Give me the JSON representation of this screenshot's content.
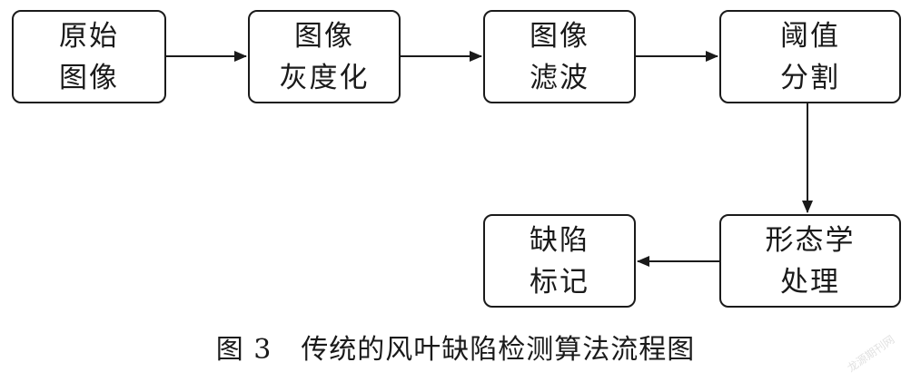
{
  "nodes": {
    "original_image": [
      "原始",
      "图像"
    ],
    "grayscale": [
      "图像",
      "灰度化"
    ],
    "filtering": [
      "图像",
      "滤波"
    ],
    "threshold_segmentation": [
      "阈值",
      "分割"
    ],
    "morphology": [
      "形态学",
      "处理"
    ],
    "defect_marking": [
      "缺陷",
      "标记"
    ]
  },
  "caption": {
    "figure_number": "图 3",
    "title": "传统的风叶缺陷检测算法流程图"
  },
  "watermark": "龙源期刊网",
  "colors": {
    "stroke": "#1a1a1a",
    "background": "#ffffff"
  }
}
